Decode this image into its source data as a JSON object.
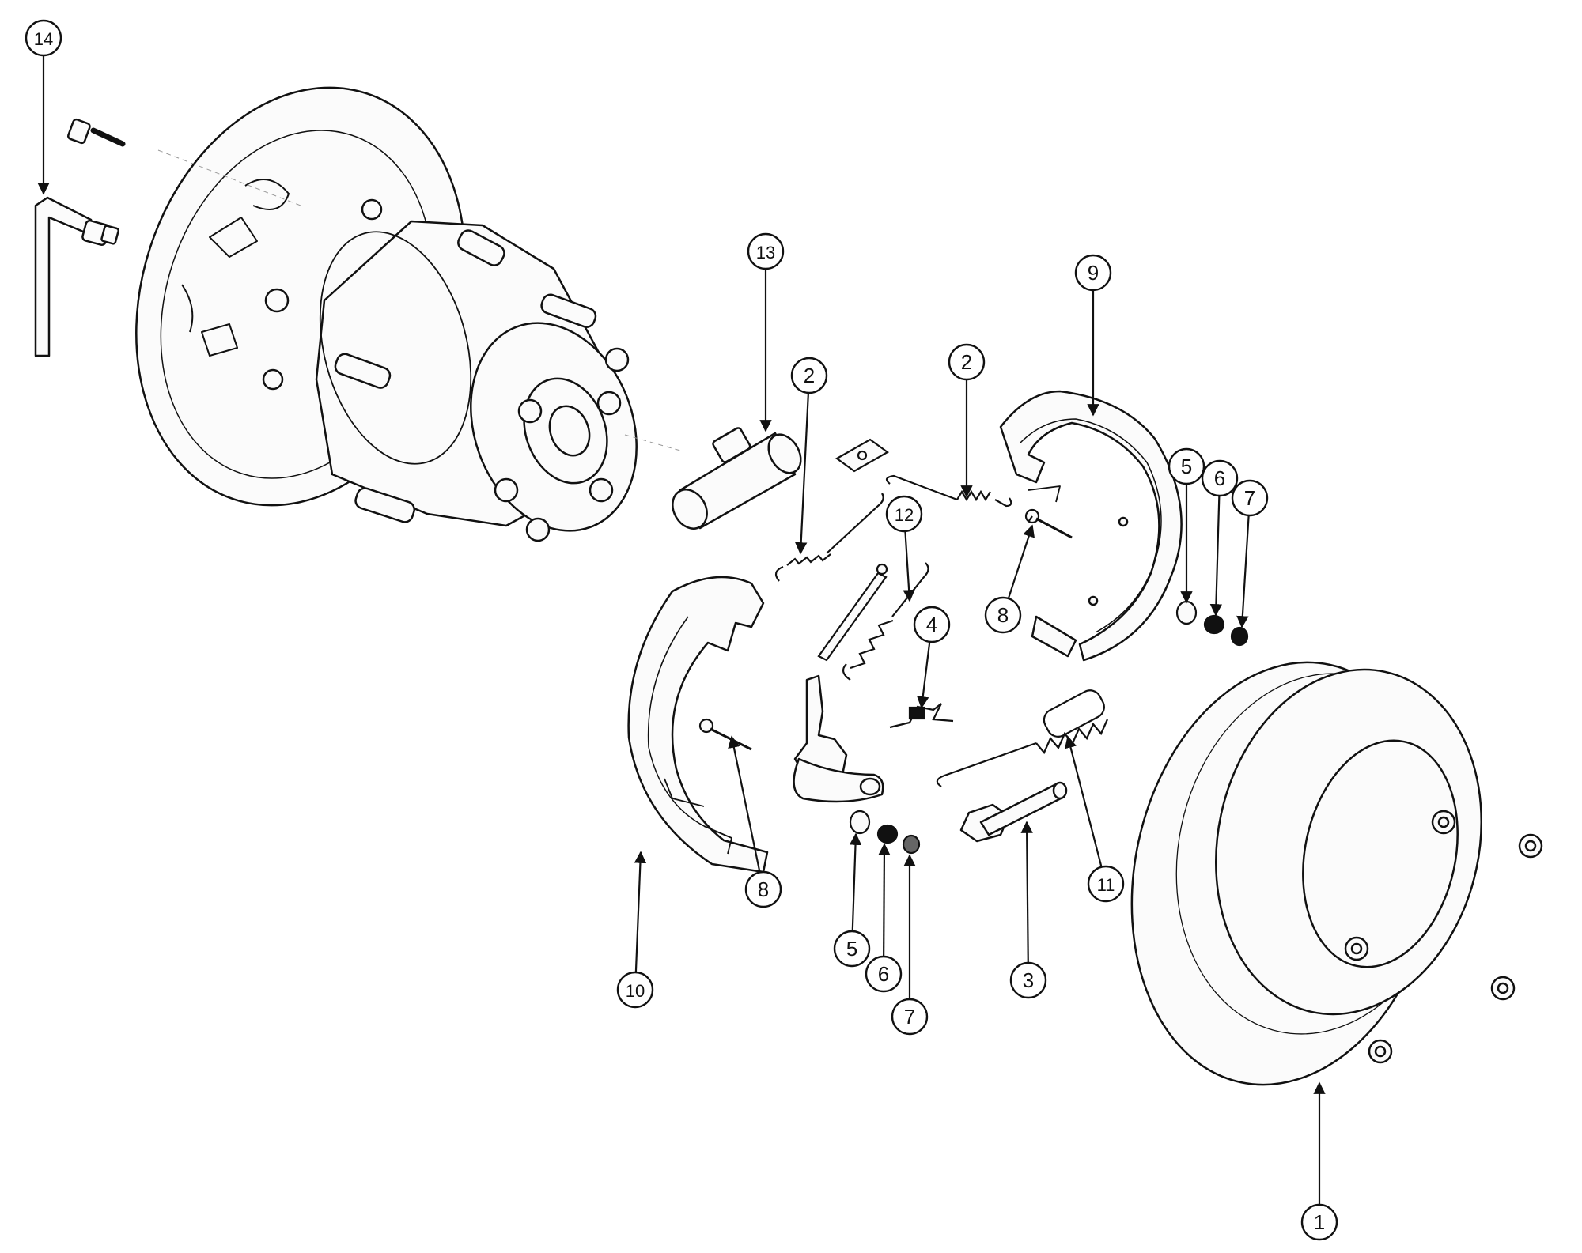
{
  "diagram": {
    "callouts": [
      {
        "id": "c14",
        "label": "14"
      },
      {
        "id": "c13",
        "label": "13"
      },
      {
        "id": "c2a",
        "label": "2"
      },
      {
        "id": "c2b",
        "label": "2"
      },
      {
        "id": "c9",
        "label": "9"
      },
      {
        "id": "c12",
        "label": "12"
      },
      {
        "id": "c5a",
        "label": "5"
      },
      {
        "id": "c6a",
        "label": "6"
      },
      {
        "id": "c7a",
        "label": "7"
      },
      {
        "id": "c8a",
        "label": "8"
      },
      {
        "id": "c4",
        "label": "4"
      },
      {
        "id": "c8b",
        "label": "8"
      },
      {
        "id": "c11",
        "label": "11"
      },
      {
        "id": "c10",
        "label": "10"
      },
      {
        "id": "c5b",
        "label": "5"
      },
      {
        "id": "c6b",
        "label": "6"
      },
      {
        "id": "c7b",
        "label": "7"
      },
      {
        "id": "c3",
        "label": "3"
      },
      {
        "id": "c1",
        "label": "1"
      }
    ]
  },
  "colors": {
    "line": "#111111",
    "background": "#ffffff",
    "part_fill": "#fbfbfb"
  }
}
